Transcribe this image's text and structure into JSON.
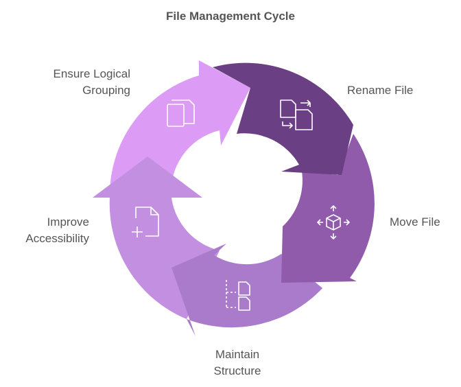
{
  "diagram": {
    "title": "File Management Cycle",
    "steps": [
      {
        "label": [
          "Rename File"
        ],
        "icon": "rename-file-icon",
        "color": "#6B3F83"
      },
      {
        "label": [
          "Move File"
        ],
        "icon": "move-cube-icon",
        "color": "#8F5BAA"
      },
      {
        "label": [
          "Maintain",
          "Structure"
        ],
        "icon": "file-tree-icon",
        "color": "#AB7BCB"
      },
      {
        "label": [
          "Improve",
          "Accessibility"
        ],
        "icon": "add-file-icon",
        "color": "#C38FE0"
      },
      {
        "label": [
          "Ensure Logical",
          "Grouping"
        ],
        "icon": "copy-files-icon",
        "color": "#DC9CF6"
      }
    ]
  }
}
